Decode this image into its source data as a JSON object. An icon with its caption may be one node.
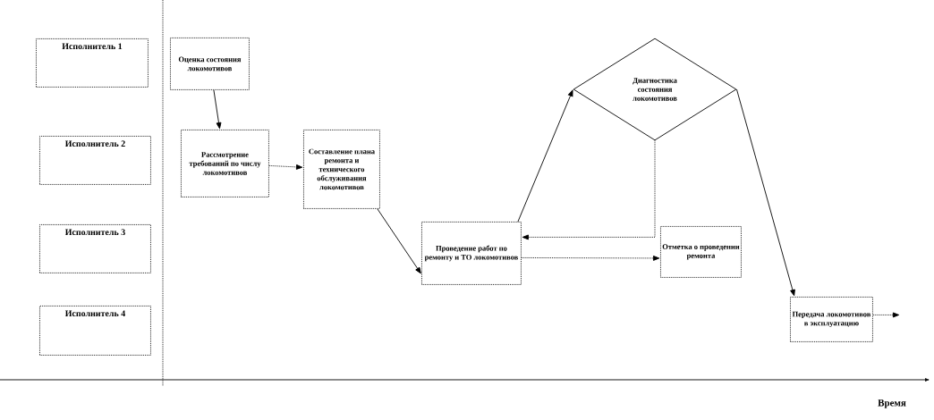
{
  "diagram": {
    "nodes": [
      {
        "text": [
          "Исполнитель 1"
        ]
      },
      {
        "text": [
          "Исполнитель 2"
        ]
      },
      {
        "text": [
          "Исполнитель 3"
        ]
      },
      {
        "text": [
          "Исполнитель 4"
        ]
      },
      {
        "text": [
          "Оценка состояния локомотивов"
        ]
      },
      {
        "text": [
          "Рассмотрение требований по числу локомотивов"
        ]
      },
      {
        "text": [
          "Составление плана ремонта и технического обслуживания локомотивов"
        ]
      },
      {
        "text": [
          "Проведение работ по ремонту и ТО локомотивов"
        ]
      },
      {
        "text": [
          "Диагностика состояния локомотивов"
        ]
      },
      {
        "text": [
          "Отметка о проведении ремонта"
        ]
      },
      {
        "text": [
          "Передача локомотивов в эксплуатацию"
        ]
      }
    ],
    "edges": [
      {
        "from": 4,
        "to": 5,
        "arrow": "to"
      },
      {
        "from": 5,
        "to": 6,
        "arrow": "to",
        "style": "dashed"
      },
      {
        "from": 6,
        "to": 7,
        "arrow": "to"
      },
      {
        "from": 7,
        "to": 8,
        "arrow": "to"
      },
      {
        "from": 8,
        "to": 7,
        "arrow": "to",
        "style": "dashed"
      },
      {
        "from": 7,
        "to": 9,
        "arrow": "to",
        "style": "dashed"
      },
      {
        "from": 8,
        "to": 10,
        "arrow": "to"
      },
      {
        "from": 10,
        "to": null,
        "arrow": "to",
        "style": "dashed"
      }
    ],
    "labels": [
      "Время"
    ]
  }
}
